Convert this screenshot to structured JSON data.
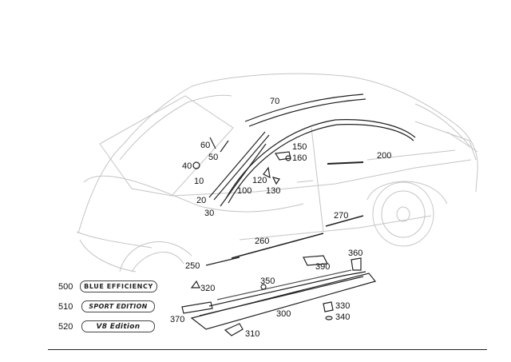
{
  "callouts": [
    {
      "id": "c70",
      "text": "70"
    },
    {
      "id": "c60",
      "text": "60"
    },
    {
      "id": "c50",
      "text": "50"
    },
    {
      "id": "c40",
      "text": "40"
    },
    {
      "id": "c10",
      "text": "10"
    },
    {
      "id": "c20",
      "text": "20"
    },
    {
      "id": "c30",
      "text": "30"
    },
    {
      "id": "c100",
      "text": "100"
    },
    {
      "id": "c120",
      "text": "120"
    },
    {
      "id": "c130",
      "text": "130"
    },
    {
      "id": "c150",
      "text": "150"
    },
    {
      "id": "c160",
      "text": "160"
    },
    {
      "id": "c200",
      "text": "200"
    },
    {
      "id": "c270",
      "text": "270"
    },
    {
      "id": "c260",
      "text": "260"
    },
    {
      "id": "c250",
      "text": "250"
    },
    {
      "id": "c360",
      "text": "360"
    },
    {
      "id": "c390",
      "text": "390"
    },
    {
      "id": "c350",
      "text": "350"
    },
    {
      "id": "c320",
      "text": "320"
    },
    {
      "id": "c300",
      "text": "300"
    },
    {
      "id": "c330",
      "text": "330"
    },
    {
      "id": "c340",
      "text": "340"
    },
    {
      "id": "c370",
      "text": "370"
    },
    {
      "id": "c310",
      "text": "310"
    },
    {
      "id": "c500",
      "text": "500"
    },
    {
      "id": "c510",
      "text": "510"
    },
    {
      "id": "c520",
      "text": "520"
    }
  ],
  "badges": {
    "b500": "BLUE EFFICIENCY",
    "b510": "SPORT EDITION",
    "b520": "V8 Edition"
  },
  "colors": {
    "car_outline": "#bdbdbd",
    "part_outline": "#222222"
  }
}
